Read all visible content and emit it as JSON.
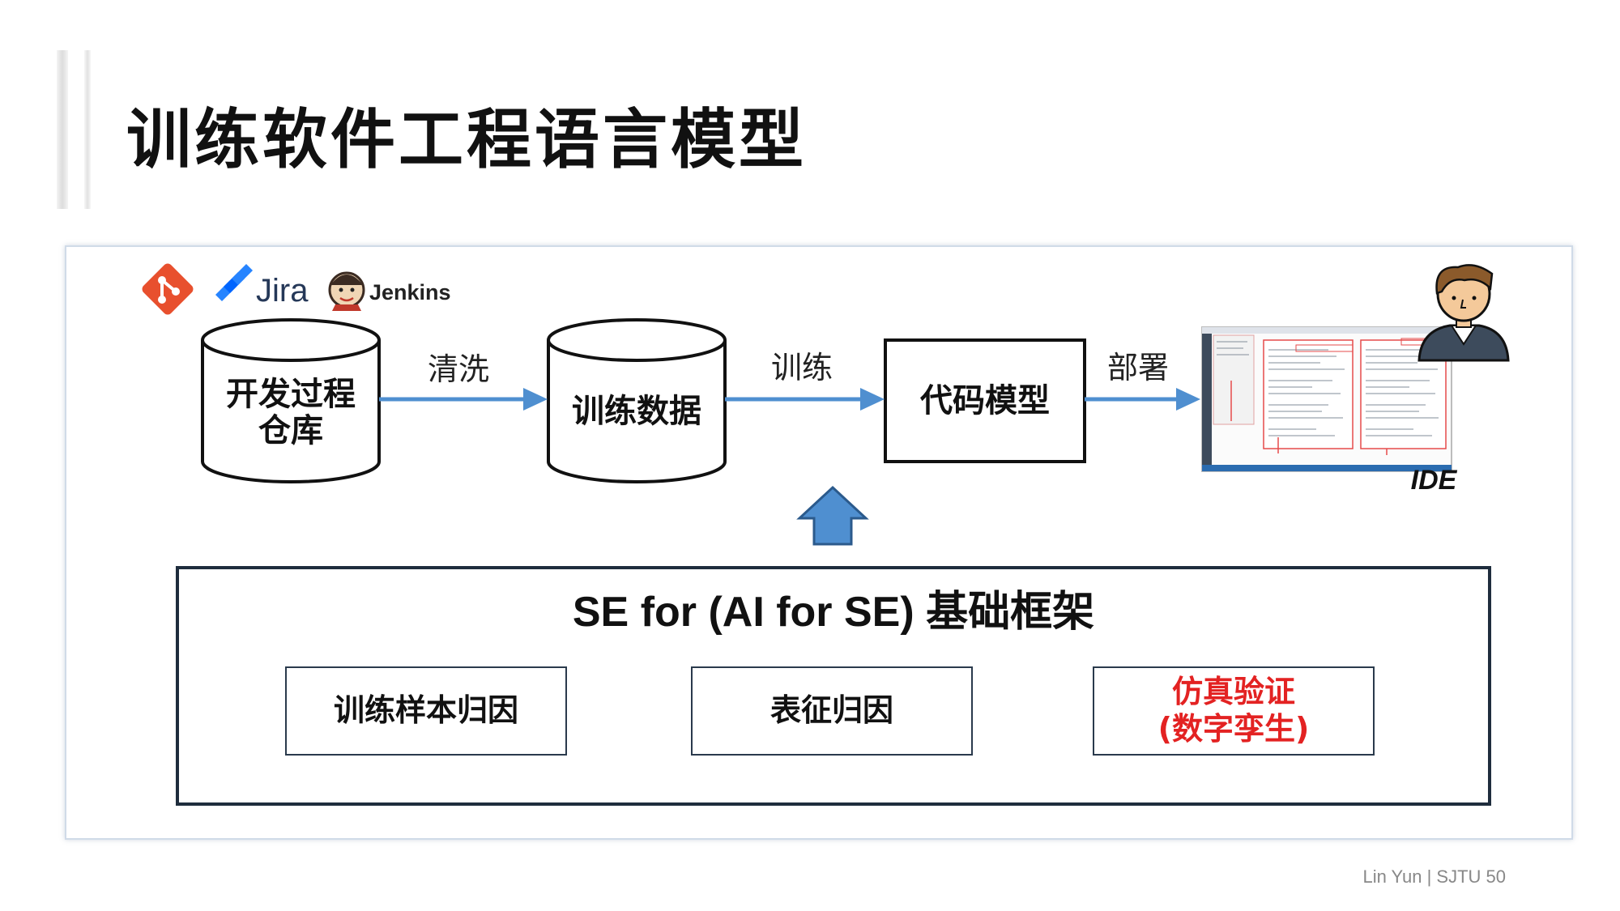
{
  "slide": {
    "title": "训练软件工程语言模型",
    "footer": "Lin Yun | SJTU 50"
  },
  "logos": {
    "git": "git-logo",
    "jira": "Jira",
    "jenkins": "Jenkins"
  },
  "pipeline": {
    "repo_line1": "开发过程",
    "repo_line2": "仓库",
    "edge_clean": "清洗",
    "training_data": "训练数据",
    "edge_train": "训练",
    "code_model": "代码模型",
    "edge_deploy": "部署",
    "ide_label": "IDE"
  },
  "framework": {
    "title": "SE for (AI for SE) 基础框架",
    "boxes": [
      {
        "label": "训练样本归因"
      },
      {
        "label": "表征归因"
      },
      {
        "label": "仿真验证\n(数字孪生)"
      }
    ]
  },
  "colors": {
    "arrow_blue": "#4f8fd0",
    "up_arrow_fill": "#4f8fd0",
    "highlight_red": "#e32222",
    "git_orange": "#e8502e",
    "jira_blue": "#2684ff"
  }
}
